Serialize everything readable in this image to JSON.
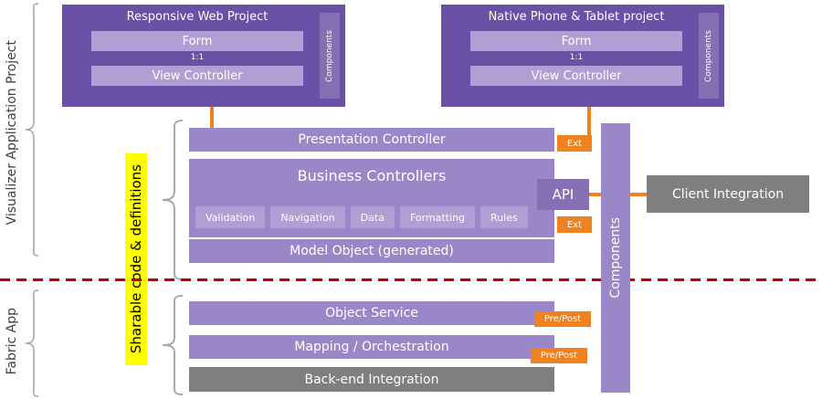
{
  "colors": {
    "dark_purple": "#6a51a5",
    "bar_purple": "#9a87c7",
    "light_purple": "#af9fd5",
    "strip_purple": "#8570b4",
    "orange": "#f0811f",
    "gray": "#7f7f7f",
    "yellow": "#ffff00",
    "red_line": "#c00000"
  },
  "left_panel": {
    "visualizer_label": "Visualizer Application Project",
    "fabric_label": "Fabric App",
    "sharable_label": "Sharable code & definitions"
  },
  "project_boxes": [
    {
      "title": "Responsive Web Project",
      "form_label": "Form",
      "ratio_label": "1:1",
      "view_controller_label": "View Controller",
      "components_label": "Components"
    },
    {
      "title": "Native Phone & Tablet project",
      "form_label": "Form",
      "ratio_label": "1:1",
      "view_controller_label": "View Controller",
      "components_label": "Components"
    }
  ],
  "stack": {
    "presentation_controller": "Presentation Controller",
    "business_controllers_title": "Business Controllers",
    "chips": [
      "Validation",
      "Navigation",
      "Data",
      "Formatting",
      "Rules"
    ],
    "api_label": "API",
    "ext_label": "Ext",
    "model_object": "Model Object (generated)",
    "object_service": "Object Service",
    "mapping": "Mapping / Orchestration",
    "backend": "Back-end Integration",
    "prepost_label": "Pre/Post"
  },
  "right_panel": {
    "components_label": "Components",
    "client_integration": "Client Integration"
  }
}
